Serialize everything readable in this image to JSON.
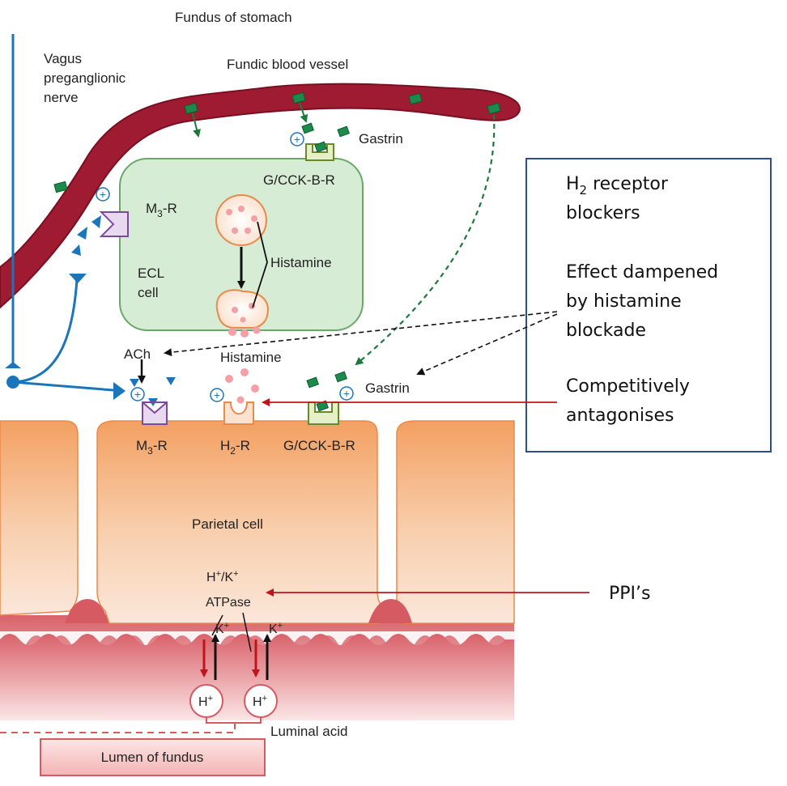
{
  "labels": {
    "fundus_of_stomach": "Fundus of stomach",
    "vagus_line1": "Vagus",
    "vagus_line2": "preganglionic",
    "vagus_line3": "nerve",
    "fundic_blood_vessel": "Fundic blood  vessel",
    "gastrin_top": "Gastrin",
    "gcckbr_top": "G/CCK-B-R",
    "m3r_top_main": "M",
    "m3r_top_sub": "3",
    "m3r_top_tail": "-R",
    "ecl_line1": "ECL",
    "ecl_line2": "cell",
    "histamine_in_cell": "Histamine",
    "ach": "ACh",
    "histamine_released": "Histamine",
    "gastrin_bottom": "Gastrin",
    "m3r_bottom_main": "M",
    "m3r_bottom_sub": "3",
    "m3r_bottom_tail": "-R",
    "h2r_main": "H",
    "h2r_sub": "2",
    "h2r_tail": "-R",
    "gcckbr_bottom": "G/CCK-B-R",
    "parietal_cell": "Parietal cell",
    "pump_line1_h": "H",
    "pump_line1_sup1": "+",
    "pump_line1_k": "/K",
    "pump_line1_sup2": "+",
    "pump_line2": "ATPase",
    "k_ion_left": "K",
    "k_ion_left_sup": "+",
    "k_ion_right": "K",
    "k_ion_right_sup": "+",
    "h_ion_left": "H",
    "h_ion_left_sup": "+",
    "h_ion_right": "H",
    "h_ion_right_sup": "+",
    "luminal_acid": "Luminal acid",
    "lumen_of_fundus": "Lumen of fundus",
    "plus_sign": "+"
  },
  "annotations": {
    "box_title_main": "H",
    "box_title_sub": "2",
    "box_title_tail": " receptor",
    "box_title_line2": "blockers",
    "effect_line1": "Effect dampened",
    "effect_line2": "by histamine",
    "effect_line3": "blockade",
    "compete_line1": "Competitively",
    "compete_line2": "antagonises",
    "ppi": "PPI’s"
  },
  "colors": {
    "blood_vessel": "#9e1b32",
    "ecl_cell_fill": "#d6ecd4",
    "ecl_cell_stroke": "#6aa86a",
    "parietal_fill_top": "#f4a66c",
    "parietal_fill_bottom": "#fbe3d3",
    "lumen_pink": "#e07a7a",
    "nerve_blue": "#1b75bb",
    "gastrin_green": "#1b8a4a",
    "receptor_purple": "#7a4a9e",
    "red_arrow": "#c0141b",
    "box_border": "#2f4e8c"
  }
}
